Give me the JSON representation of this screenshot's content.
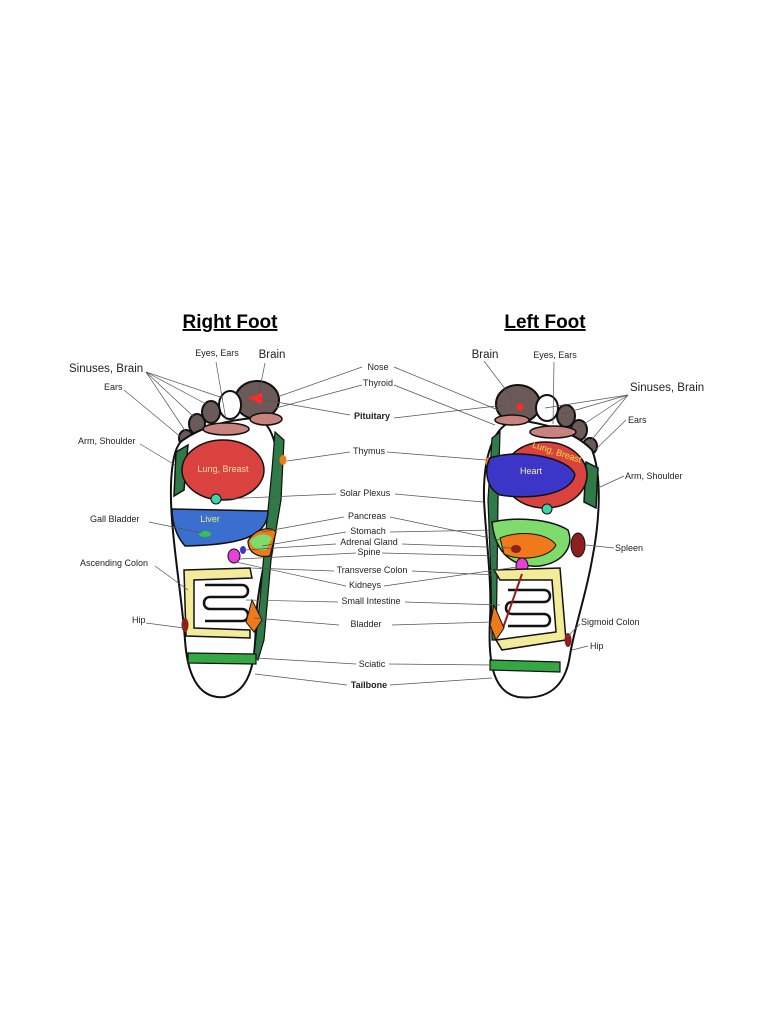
{
  "titles": {
    "right": "Right Foot",
    "left": "Left Foot"
  },
  "labels": {
    "sinuses_brain_r": "Sinuses, Brain",
    "ears_r": "Ears",
    "eyes_ears_r": "Eyes, Ears",
    "brain_r": "Brain",
    "arm_shoulder_r": "Arm, Shoulder",
    "gall_bladder": "Gall Bladder",
    "ascending_colon": "Ascending Colon",
    "hip_r": "Hip",
    "brain_l": "Brain",
    "eyes_ears_l": "Eyes, Ears",
    "sinuses_brain_l": "Sinuses, Brain",
    "ears_l": "Ears",
    "arm_shoulder_l": "Arm, Shoulder",
    "spleen": "Spleen",
    "sigmoid_colon": "Sigmoid Colon",
    "hip_l": "Hip",
    "nose": "Nose",
    "thyroid": "Thyroid",
    "pituitary": "Pituitary",
    "thymus": "Thymus",
    "solar_plexus": "Solar Plexus",
    "pancreas": "Pancreas",
    "stomach": "Stomach",
    "adrenal_gland": "Adrenal Gland",
    "spine": "Spine",
    "transverse_colon": "Transverse Colon",
    "kidneys": "Kidneys",
    "small_intestine": "Small Intestine",
    "bladder": "Bladder",
    "sciatic": "Sciatic",
    "tailbone": "Tailbone",
    "lung_breast_r": "Lung, Breast",
    "liver": "Liver",
    "lung_breast_l": "Lung, Breast",
    "heart": "Heart"
  },
  "colors": {
    "outline": "#111111",
    "toe_brown": "#6b5a57",
    "toe_pink": "#c9837f",
    "lung_red": "#d9423f",
    "liver_blue": "#3a6fd0",
    "heart_blue": "#3b35c8",
    "green_dark": "#2f7a46",
    "green_light": "#7ddc6b",
    "orange": "#f07a1a",
    "yellow": "#f2eb9a",
    "magenta": "#e840d8",
    "teal": "#3ed4a4",
    "maroon": "#8e1f1f"
  }
}
